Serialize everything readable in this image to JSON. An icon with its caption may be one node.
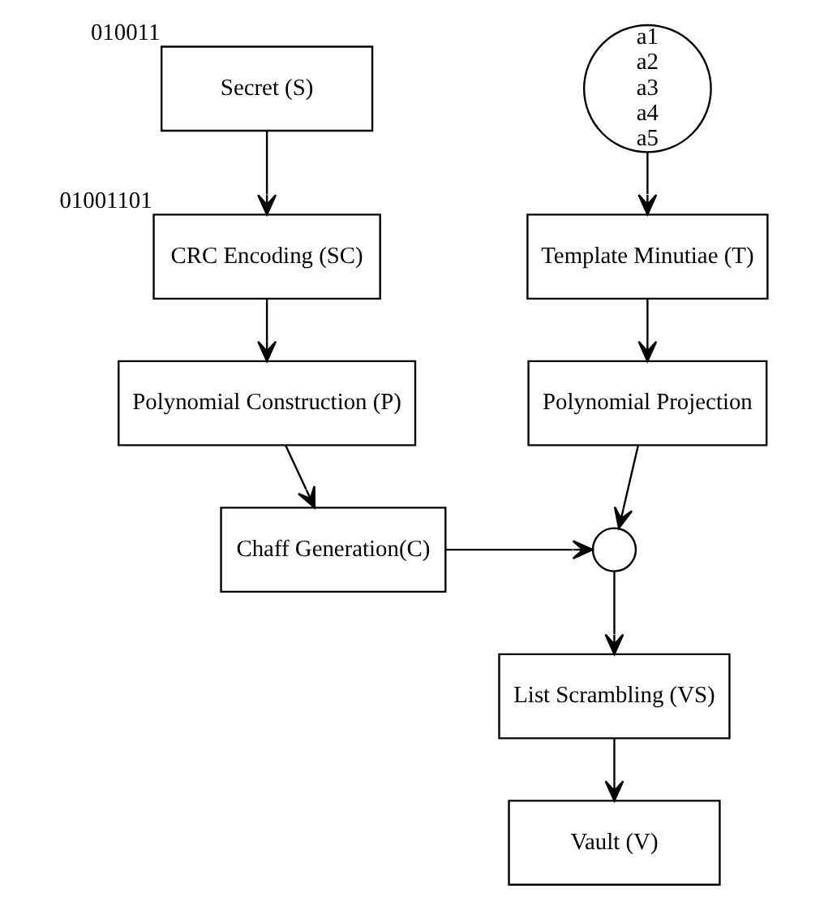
{
  "diagram": {
    "nodes": [
      {
        "text": [
          "Secret (S)"
        ],
        "beside": [
          "010011"
        ]
      },
      {
        "text": [
          "a1",
          "a2",
          "a3",
          "a4",
          "a5"
        ]
      },
      {
        "text": [
          "CRC Encoding (SC)"
        ],
        "beside": [
          "01001101"
        ]
      },
      {
        "text": [
          "Template Minutiae (T)"
        ]
      },
      {
        "text": [
          "Polynomial Construction (P)"
        ]
      },
      {
        "text": [
          "Polynomial Projection"
        ]
      },
      {
        "text": [
          "Chaff Generation(C)"
        ]
      },
      {
        "text": [],
        "shape": "circle"
      },
      {
        "text": [
          "List Scrambling (VS)"
        ]
      },
      {
        "text": [
          "Vault (V)"
        ]
      }
    ],
    "edges": [
      {
        "from": 0,
        "to": 2,
        "arrow": "to"
      },
      {
        "from": 1,
        "to": 3,
        "arrow": "to"
      },
      {
        "from": 2,
        "to": 4,
        "arrow": "to"
      },
      {
        "from": 3,
        "to": 5,
        "arrow": "to"
      },
      {
        "from": 4,
        "to": 6,
        "arrow": "to"
      },
      {
        "from": 5,
        "to": 7,
        "arrow": "to"
      },
      {
        "from": 6,
        "to": 7,
        "arrow": "to"
      },
      {
        "from": 7,
        "to": 8,
        "arrow": "to"
      },
      {
        "from": 8,
        "to": 9,
        "arrow": "to"
      }
    ]
  }
}
